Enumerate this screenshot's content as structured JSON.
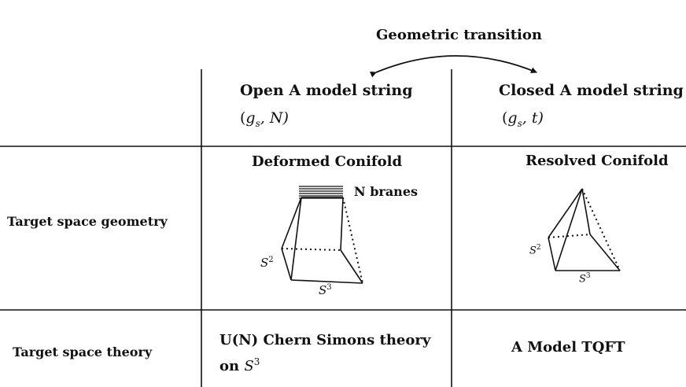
{
  "transition": {
    "label": "Geometric transition"
  },
  "columns": {
    "open": {
      "title": "Open A model string",
      "params_open": "(",
      "params_g": "g",
      "params_sub": "s",
      "params_rest": ", N)"
    },
    "closed": {
      "title": "Closed A model string",
      "params_open": "(",
      "params_g": "g",
      "params_sub": "s",
      "params_rest": ", t)"
    }
  },
  "rows": {
    "geometry": {
      "label": "Target space geometry",
      "open_title": "Deformed Conifold",
      "closed_title": "Resolved  Conifold",
      "branes_label": "N branes",
      "open_sphere2": "S",
      "open_sphere2_sup": "2",
      "open_sphere3": "S",
      "open_sphere3_sup": "3",
      "closed_sphere2": "S",
      "closed_sphere2_sup": "2",
      "closed_sphere3": "S",
      "closed_sphere3_sup": "3"
    },
    "theory": {
      "label": "Target space theory",
      "open_line1": "U(N) Chern Simons theory",
      "open_line2": "on",
      "open_sphere": "S",
      "open_sphere_sup": "3",
      "closed": "A Model  TQFT"
    }
  }
}
